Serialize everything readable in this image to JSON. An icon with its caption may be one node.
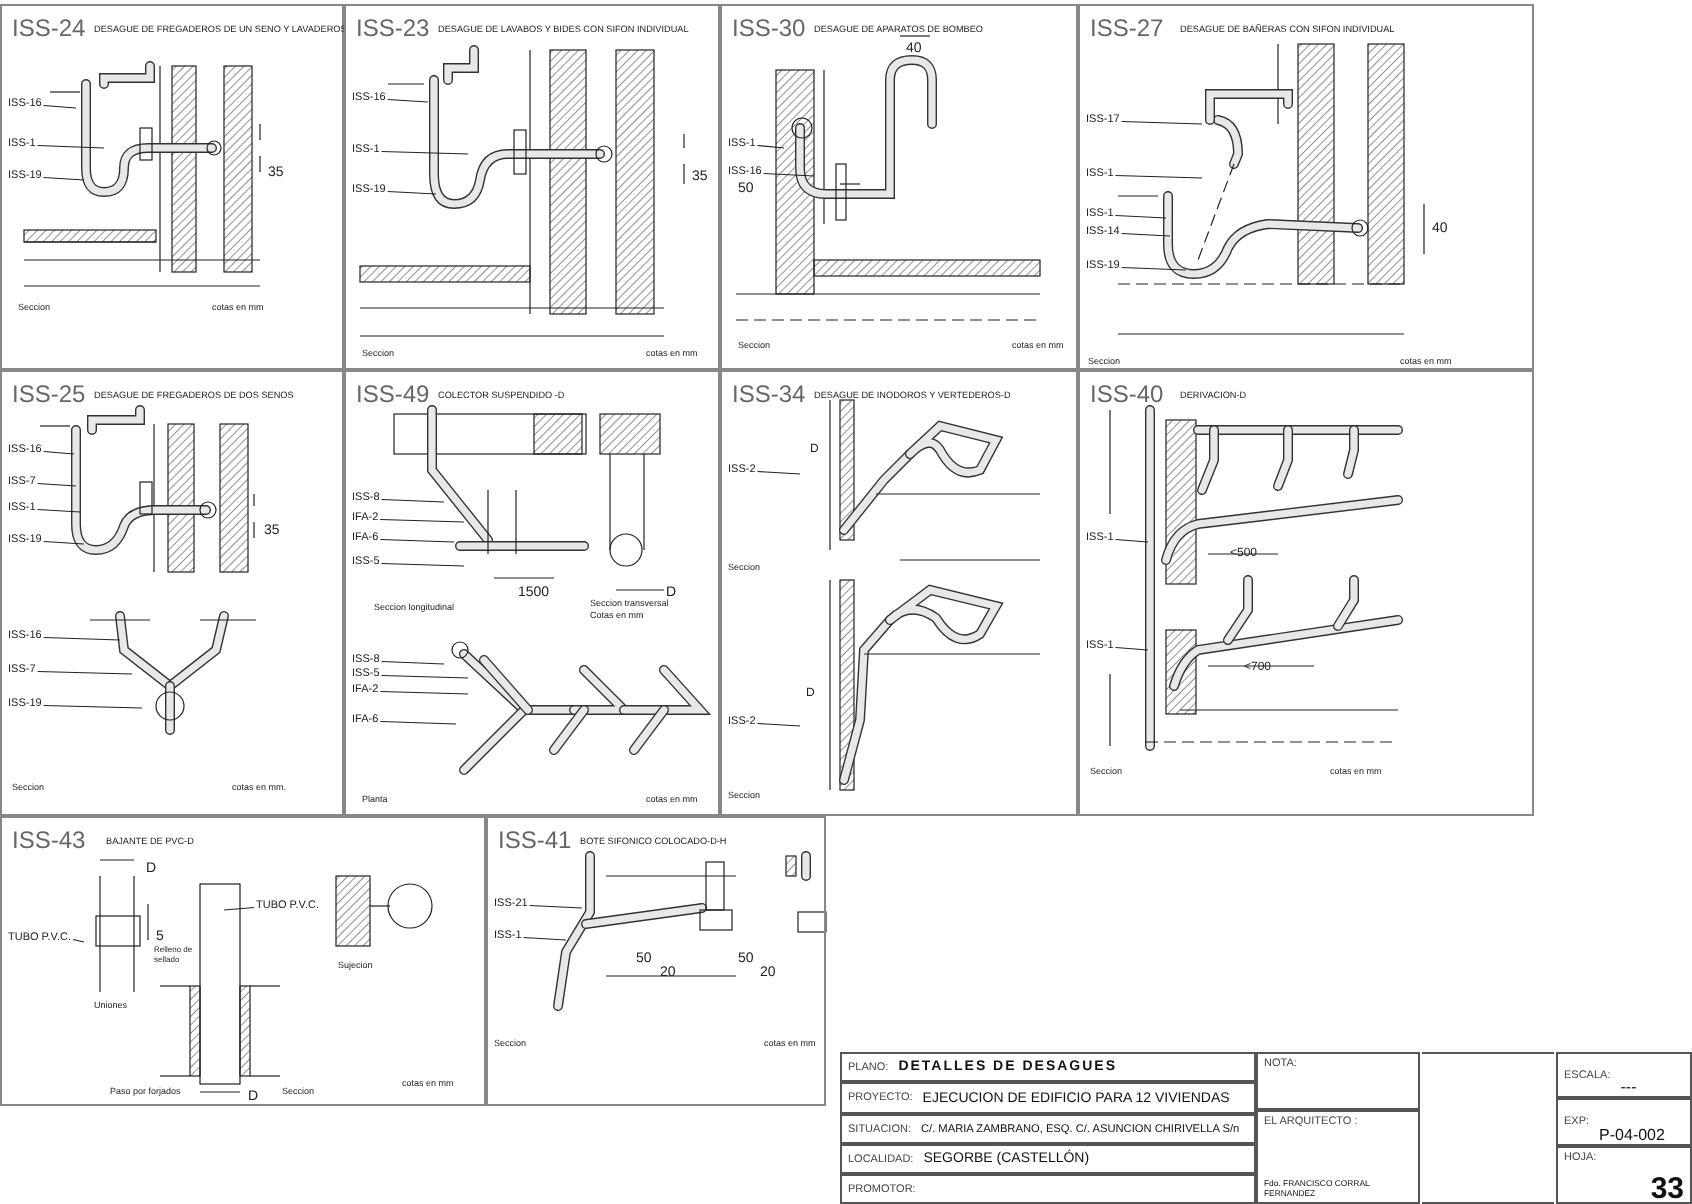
{
  "diagram": {
    "nodes": [
      {
        "text": [
          "ISS-24",
          "DESAGUE DE FREGADEROS DE UN SENO Y LAVADEROS",
          "35",
          "Seccion",
          "cotas en mm"
        ]
      },
      {
        "text": [
          "ISS-23",
          "DESAGUE DE LAVABOS Y BIDES CON SIFON INDIVIDUAL",
          "35",
          "Seccion",
          "cotas en mm"
        ]
      },
      {
        "text": [
          "ISS-30",
          "DESAGUE DE APARATOS DE BOMBEO",
          "40",
          "50",
          "Seccion",
          "cotas en mm"
        ]
      },
      {
        "text": [
          "ISS-27",
          "DESAGUE DE BAÑERAS CON SIFON INDIVIDUAL",
          "40",
          "Seccion",
          "cotas en mm"
        ]
      },
      {
        "text": [
          "ISS-25",
          "DESAGUE DE FREGADEROS DE DOS SENOS",
          "35",
          "Seccion",
          "cotas en mm."
        ]
      },
      {
        "text": [
          "ISS-49",
          "COLECTOR SUSPENDIDO -D",
          "1500",
          "D",
          "Seccion longitudinal",
          "Seccion transversal",
          "Cotas en mm",
          "Planta",
          "cotas en mm"
        ]
      },
      {
        "text": [
          "ISS-34",
          "DESAGUE DE INODOROS Y VERTEDEROS-D",
          "D",
          "Seccion",
          "D",
          "Seccion"
        ]
      },
      {
        "text": [
          "ISS-40",
          "DERIVACION-D",
          "<500",
          "<700",
          "Seccion",
          "cotas en mm"
        ]
      },
      {
        "text": [
          "ISS-43",
          "BAJANTE DE PVC-D",
          "D",
          "5",
          "Relleno de sellado",
          "Uniones",
          "Paso por forjados",
          "D",
          "Seccion",
          "Sujecion",
          "cotas en mm"
        ]
      },
      {
        "text": [
          "ISS-41",
          "BOTE SIFONICO COLOCADO-D-H",
          "50",
          "20",
          "50",
          "20",
          "Seccion",
          "cotas en mm"
        ]
      },
      {
        "text": [
          "PLANO:",
          "DETALLES DE DESAGUES"
        ]
      },
      {
        "text": [
          "PROYECTO:",
          "EJECUCION DE EDIFICIO PARA 12 VIVIENDAS"
        ]
      },
      {
        "text": [
          "SITUACION:",
          "C/. MARIA ZAMBRANO, ESQ. C/. ASUNCION CHIRIVELLA S/n"
        ]
      },
      {
        "text": [
          "LOCALIDAD:",
          "SEGORBE (CASTELLÓN)"
        ]
      },
      {
        "text": [
          "PROMOTOR:"
        ]
      },
      {
        "text": [
          "NOTA:"
        ]
      },
      {
        "text": [
          "EL ARQUITECTO :",
          "Fdo. FRANCISCO CORRAL FERNANDEZ"
        ]
      },
      {
        "text": [
          "ESCALA:",
          "---"
        ]
      },
      {
        "text": [
          "EXP:",
          "P-04-002"
        ]
      },
      {
        "text": [
          "HOJA:",
          "33"
        ]
      },
      {
        "text": [
          "ISS-16"
        ],
        "in": 0
      },
      {
        "text": [
          "ISS-1"
        ],
        "in": 0
      },
      {
        "text": [
          "ISS-19"
        ],
        "in": 0
      },
      {
        "text": [
          "ISS-16"
        ],
        "in": 1
      },
      {
        "text": [
          "ISS-1"
        ],
        "in": 1
      },
      {
        "text": [
          "ISS-19"
        ],
        "in": 1
      },
      {
        "text": [
          "ISS-1"
        ],
        "in": 2
      },
      {
        "text": [
          "ISS-16"
        ],
        "in": 2
      },
      {
        "text": [
          "ISS-17"
        ],
        "in": 3
      },
      {
        "text": [
          "ISS-1"
        ],
        "in": 3
      },
      {
        "text": [
          "ISS-1"
        ],
        "in": 3
      },
      {
        "text": [
          "ISS-14"
        ],
        "in": 3
      },
      {
        "text": [
          "ISS-19"
        ],
        "in": 3
      },
      {
        "text": [
          "ISS-16"
        ],
        "in": 4
      },
      {
        "text": [
          "ISS-7"
        ],
        "in": 4
      },
      {
        "text": [
          "ISS-1"
        ],
        "in": 4
      },
      {
        "text": [
          "ISS-19"
        ],
        "in": 4
      },
      {
        "text": [
          "ISS-16"
        ],
        "in": 4
      },
      {
        "text": [
          "ISS-7"
        ],
        "in": 4
      },
      {
        "text": [
          "ISS-19"
        ],
        "in": 4
      },
      {
        "text": [
          "ISS-8"
        ],
        "in": 5
      },
      {
        "text": [
          "IFA-2"
        ],
        "in": 5
      },
      {
        "text": [
          "IFA-6"
        ],
        "in": 5
      },
      {
        "text": [
          "ISS-5"
        ],
        "in": 5
      },
      {
        "text": [
          "ISS-8"
        ],
        "in": 5
      },
      {
        "text": [
          "ISS-5"
        ],
        "in": 5
      },
      {
        "text": [
          "IFA-2"
        ],
        "in": 5
      },
      {
        "text": [
          "IFA-6"
        ],
        "in": 5
      },
      {
        "text": [
          "ISS-2"
        ],
        "in": 6
      },
      {
        "text": [
          "ISS-2"
        ],
        "in": 6
      },
      {
        "text": [
          "ISS-1"
        ],
        "in": 7
      },
      {
        "text": [
          "ISS-1"
        ],
        "in": 7
      },
      {
        "text": [
          "TUBO P.V.C."
        ],
        "in": 8
      },
      {
        "text": [
          "TUBO P.V.C."
        ],
        "in": 8
      },
      {
        "text": [
          "ISS-21"
        ],
        "in": 9
      },
      {
        "text": [
          "ISS-1"
        ],
        "in": 9
      }
    ],
    "edges": [
      {
        "from": 20,
        "to": null,
        "arrow": "none"
      },
      {
        "from": 21,
        "to": null,
        "arrow": "none"
      },
      {
        "from": 22,
        "to": null,
        "arrow": "none"
      },
      {
        "from": 23,
        "to": null,
        "arrow": "none"
      },
      {
        "from": 24,
        "to": null,
        "arrow": "none"
      },
      {
        "from": 25,
        "to": null,
        "arrow": "none"
      },
      {
        "from": 26,
        "to": null,
        "arrow": "none"
      },
      {
        "from": 27,
        "to": null,
        "arrow": "none"
      },
      {
        "from": 28,
        "to": null,
        "arrow": "none"
      },
      {
        "from": 29,
        "to": null,
        "arrow": "none"
      },
      {
        "from": 30,
        "to": null,
        "arrow": "none"
      },
      {
        "from": 31,
        "to": null,
        "arrow": "none"
      },
      {
        "from": 32,
        "to": null,
        "arrow": "none"
      },
      {
        "from": 33,
        "to": null,
        "arrow": "none"
      },
      {
        "from": 34,
        "to": null,
        "arrow": "none"
      },
      {
        "from": 35,
        "to": null,
        "arrow": "none"
      },
      {
        "from": 36,
        "to": null,
        "arrow": "none"
      },
      {
        "from": 37,
        "to": null,
        "arrow": "none"
      },
      {
        "from": 38,
        "to": null,
        "arrow": "none"
      },
      {
        "from": 39,
        "to": null,
        "arrow": "none"
      },
      {
        "from": 40,
        "to": null,
        "arrow": "none"
      },
      {
        "from": 41,
        "to": null,
        "arrow": "none"
      },
      {
        "from": 42,
        "to": null,
        "arrow": "none"
      },
      {
        "from": 43,
        "to": null,
        "arrow": "none"
      },
      {
        "from": 44,
        "to": null,
        "arrow": "none"
      },
      {
        "from": 45,
        "to": null,
        "arrow": "none"
      },
      {
        "from": 46,
        "to": null,
        "arrow": "none"
      },
      {
        "from": 47,
        "to": null,
        "arrow": "none"
      },
      {
        "from": 48,
        "to": null,
        "arrow": "none"
      },
      {
        "from": 49,
        "to": null,
        "arrow": "none"
      },
      {
        "from": 50,
        "to": null,
        "arrow": "none"
      },
      {
        "from": 51,
        "to": null,
        "arrow": "none"
      },
      {
        "from": 52,
        "to": null,
        "arrow": "none"
      },
      {
        "from": 53,
        "to": null,
        "arrow": "none"
      },
      {
        "from": 54,
        "to": null,
        "arrow": "none"
      },
      {
        "from": 55,
        "to": null,
        "arrow": "none"
      }
    ]
  }
}
